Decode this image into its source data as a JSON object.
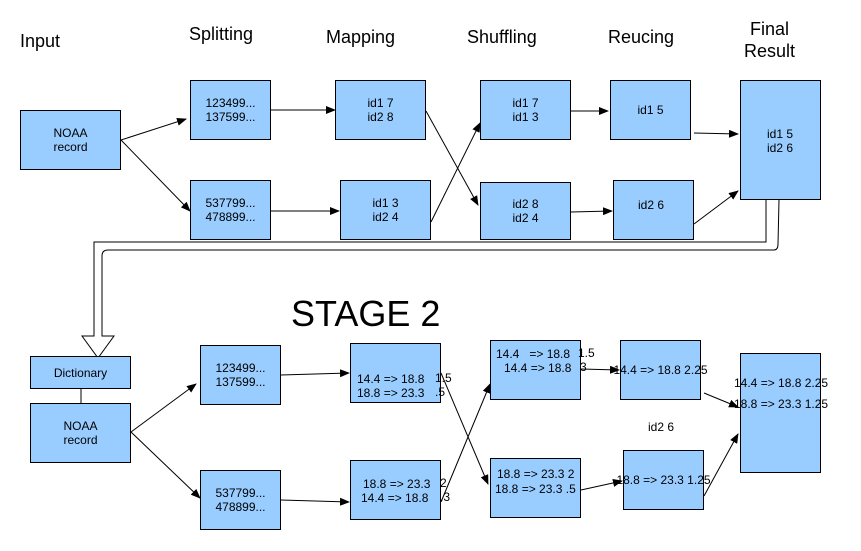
{
  "headers": {
    "input": "Input",
    "splitting": "Splitting",
    "mapping": "Mapping",
    "shuffling": "Shuffling",
    "reducing": "Reucing",
    "final_line1": "Final",
    "final_line2": "Result"
  },
  "stage1": {
    "input": [
      "NOAA",
      "record"
    ],
    "split_a": [
      "123499...",
      "137599..."
    ],
    "split_b": [
      "537799...",
      "478899..."
    ],
    "map_a": [
      "id1 7",
      "id2 8"
    ],
    "map_b": [
      "id1 3",
      "id2 4"
    ],
    "shuffle_a": [
      "id1 7",
      "id1 3"
    ],
    "shuffle_b": [
      "id2 8",
      "id2 4"
    ],
    "reduce_a": "id1 5",
    "reduce_b": "id2 6",
    "final": [
      "id1 5",
      "id2 6"
    ]
  },
  "stage2": {
    "title": "STAGE 2",
    "dictionary": "Dictionary",
    "input": [
      "NOAA",
      "record"
    ],
    "split_a": [
      "123499...",
      "137599..."
    ],
    "split_b": [
      "537799...",
      "478899..."
    ],
    "map_a": {
      "l1": "14.4 => 18.8",
      "l1v": "1.5",
      "l2": "18.8 => 23.3",
      "l2v": ".5"
    },
    "map_b": {
      "l1": "18.8 => 23.3",
      "l1v": "2",
      "l2": "14.4 => 18.8",
      "l2v": ".3"
    },
    "shuffle_a": {
      "l1": "14.4   => 18.8",
      "l1v": "1.5",
      "l2": "14.4 => 18.8",
      "l2v": "3"
    },
    "shuffle_b": {
      "l1": "18.8 => 23.3 2",
      "l2": "18.8 => 23.3 .5"
    },
    "reduce_a": "14.4 => 18.8 2.25",
    "reduce_b": "18.8 => 23.3 1.25",
    "stray_label": "id2 6",
    "final": [
      "14.4 => 18.8 2.25",
      "18.8 => 23.3 1.25"
    ]
  },
  "colors": {
    "box_fill": "#99ccff",
    "stroke": "#000000"
  }
}
